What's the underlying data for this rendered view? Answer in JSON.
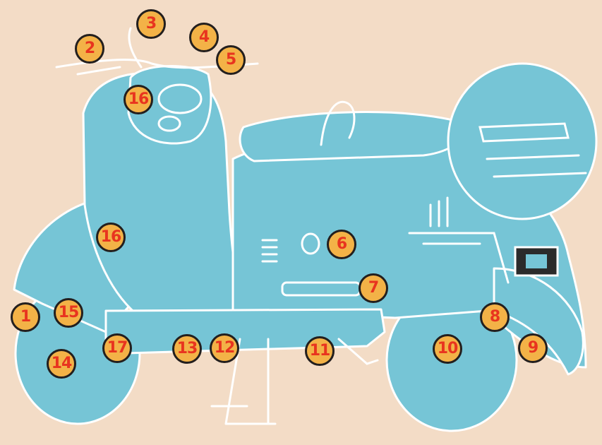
{
  "colors": {
    "background": "#f3dcc6",
    "scooter_body": "#76c5d6",
    "outline": "#ffffff",
    "badge_fill": "#f3b247",
    "badge_border": "#231f1e",
    "badge_text": "#e8341f"
  },
  "markers": [
    {
      "id": "marker-1",
      "label": "1"
    },
    {
      "id": "marker-2",
      "label": "2"
    },
    {
      "id": "marker-3",
      "label": "3"
    },
    {
      "id": "marker-4",
      "label": "4"
    },
    {
      "id": "marker-5",
      "label": "5"
    },
    {
      "id": "marker-6",
      "label": "6"
    },
    {
      "id": "marker-7",
      "label": "7"
    },
    {
      "id": "marker-8",
      "label": "8"
    },
    {
      "id": "marker-9",
      "label": "9"
    },
    {
      "id": "marker-10",
      "label": "10"
    },
    {
      "id": "marker-11",
      "label": "11"
    },
    {
      "id": "marker-12",
      "label": "12"
    },
    {
      "id": "marker-13",
      "label": "13"
    },
    {
      "id": "marker-14",
      "label": "14"
    },
    {
      "id": "marker-15",
      "label": "15"
    },
    {
      "id": "marker-16-headset",
      "label": "16"
    },
    {
      "id": "marker-16-legshield",
      "label": "16"
    },
    {
      "id": "marker-17",
      "label": "17"
    }
  ]
}
